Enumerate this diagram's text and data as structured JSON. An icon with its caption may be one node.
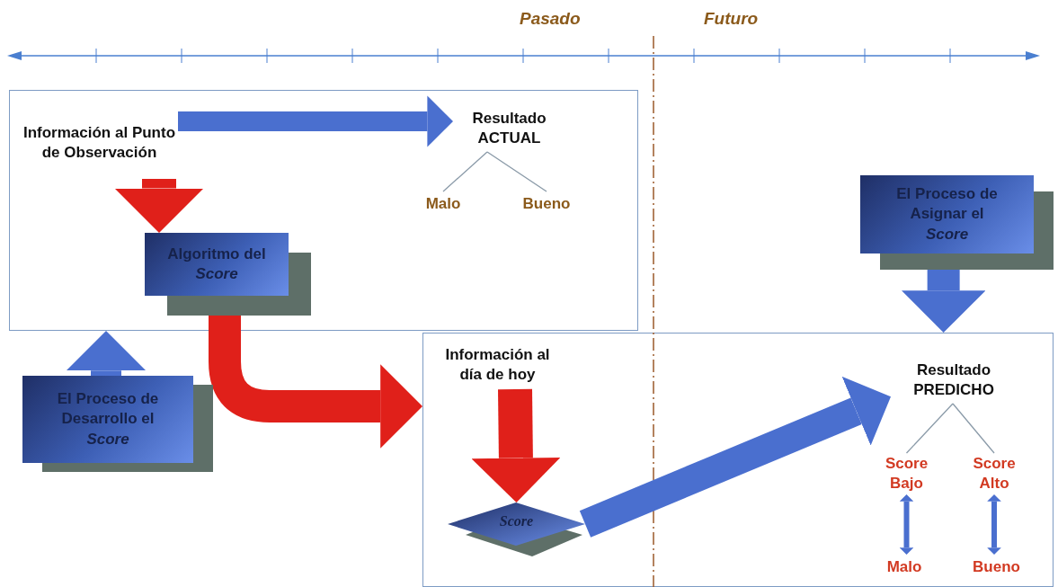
{
  "diagram": {
    "nodes": [
      {
        "text": [],
        "shape": "box"
      },
      {
        "text": [
          "Información al Punto de Observación"
        ],
        "in": 0
      },
      {
        "text": [
          "Resultado ACTUAL"
        ],
        "in": 0
      },
      {
        "text": [
          "Malo"
        ],
        "in": 0
      },
      {
        "text": [
          "Bueno"
        ],
        "in": 0
      },
      {
        "text": [
          "Algoritmo del *Score*"
        ],
        "in": 0
      },
      {
        "text": [
          "El Proceso de Desarrollo el *Score*"
        ]
      },
      {
        "text": [],
        "shape": "box"
      },
      {
        "text": [
          "Información al día de hoy"
        ],
        "in": 7
      },
      {
        "text": [
          "Score"
        ],
        "in": 7
      },
      {
        "text": [
          "El Proceso de Asignar el *Score*"
        ]
      },
      {
        "text": [
          "Resultado PREDICHO"
        ],
        "in": 7
      },
      {
        "text": [
          "Score Bajo"
        ],
        "in": 7
      },
      {
        "text": [
          "Score Alto"
        ],
        "in": 7
      },
      {
        "text": [
          "Malo"
        ],
        "in": 7
      },
      {
        "text": [
          "Bueno"
        ],
        "in": 7
      }
    ],
    "edges": [
      {
        "from": 1,
        "to": 2,
        "arrow": "to"
      },
      {
        "from": 1,
        "to": 5,
        "arrow": "to",
        "color": "#e0201a"
      },
      {
        "from": 2,
        "to": 3,
        "arrow": "none",
        "color": "#8a9aa8"
      },
      {
        "from": 2,
        "to": 4,
        "arrow": "none",
        "color": "#8a9aa8"
      },
      {
        "from": 5,
        "to": 7,
        "arrow": "to",
        "color": "#e0201a"
      },
      {
        "from": 6,
        "to": 0,
        "arrow": "to"
      },
      {
        "from": 8,
        "to": 9,
        "arrow": "to",
        "color": "#e0201a"
      },
      {
        "from": 9,
        "to": 11,
        "arrow": "to"
      },
      {
        "from": 10,
        "to": 7,
        "arrow": "to"
      },
      {
        "from": 11,
        "to": 12,
        "arrow": "none",
        "color": "#8a9aa8"
      },
      {
        "from": 11,
        "to": 13,
        "arrow": "none",
        "color": "#8a9aa8"
      },
      {
        "from": 12,
        "to": 14,
        "arrow": "both"
      },
      {
        "from": 13,
        "to": 15,
        "arrow": "both"
      }
    ],
    "labels": [
      "Pasado",
      "Futuro"
    ]
  }
}
